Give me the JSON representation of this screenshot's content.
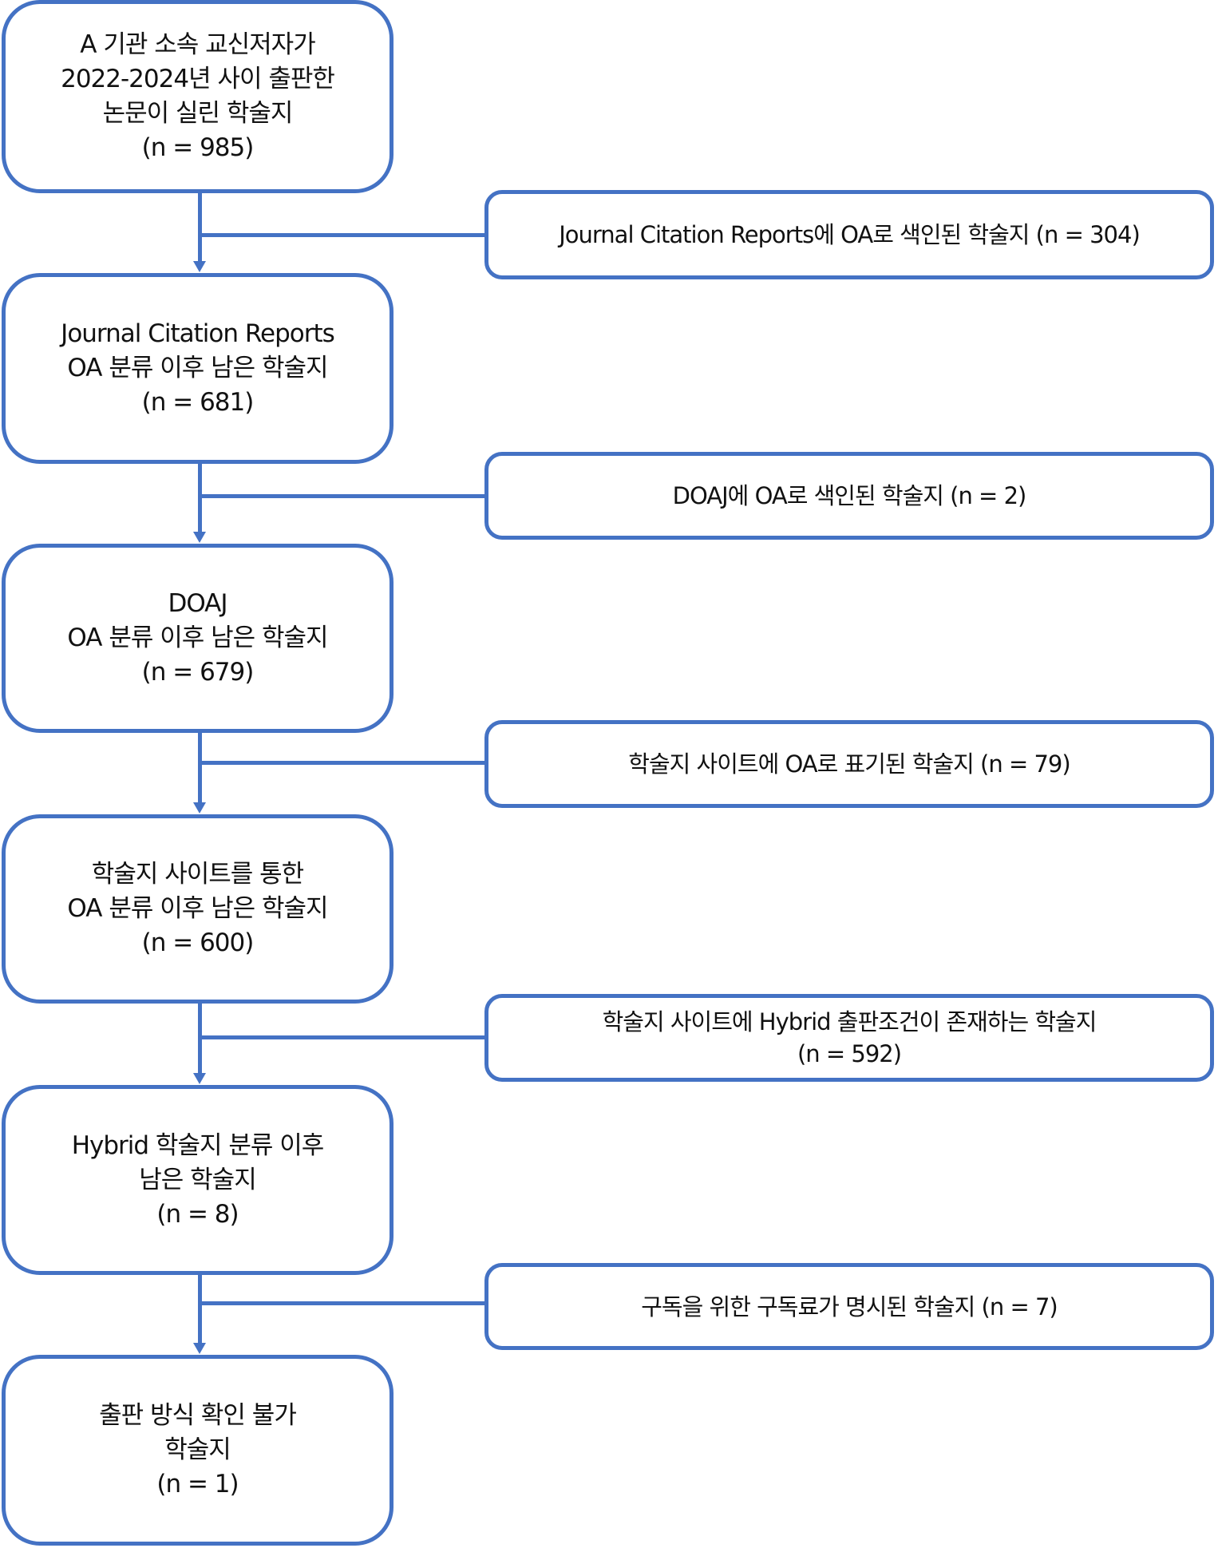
{
  "flowchart": {
    "border_color": "#4472C4",
    "main_steps": [
      {
        "lines": [
          "A 기관 소속 교신저자가",
          "2022-2024년 사이 출판한",
          "논문이 실린 학술지"
        ],
        "count": "(n = 985)"
      },
      {
        "lines": [
          "Journal Citation Reports",
          "OA 분류 이후 남은 학술지"
        ],
        "count": "(n = 681)"
      },
      {
        "lines": [
          "DOAJ",
          "OA 분류 이후 남은 학술지"
        ],
        "count": "(n = 679)"
      },
      {
        "lines": [
          "학술지 사이트를 통한",
          "OA 분류 이후 남은 학술지"
        ],
        "count": "(n = 600)"
      },
      {
        "lines": [
          "Hybrid 학술지 분류 이후",
          "남은 학술지"
        ],
        "count": "(n = 8)"
      },
      {
        "lines": [
          "출판 방식 확인 불가",
          "학술지"
        ],
        "count": "(n = 1)"
      }
    ],
    "exclusions": [
      {
        "lines": [
          "Journal Citation Reports에 OA로 색인된 학술지 (n = 304)"
        ]
      },
      {
        "lines": [
          "DOAJ에 OA로 색인된 학술지 (n = 2)"
        ]
      },
      {
        "lines": [
          "학술지 사이트에 OA로 표기된 학술지 (n = 79)"
        ]
      },
      {
        "lines": [
          "학술지 사이트에 Hybrid 출판조건이 존재하는 학술지",
          "(n = 592)"
        ]
      },
      {
        "lines": [
          "구독을 위한 구독료가 명시된 학술지 (n = 7)"
        ]
      }
    ]
  }
}
